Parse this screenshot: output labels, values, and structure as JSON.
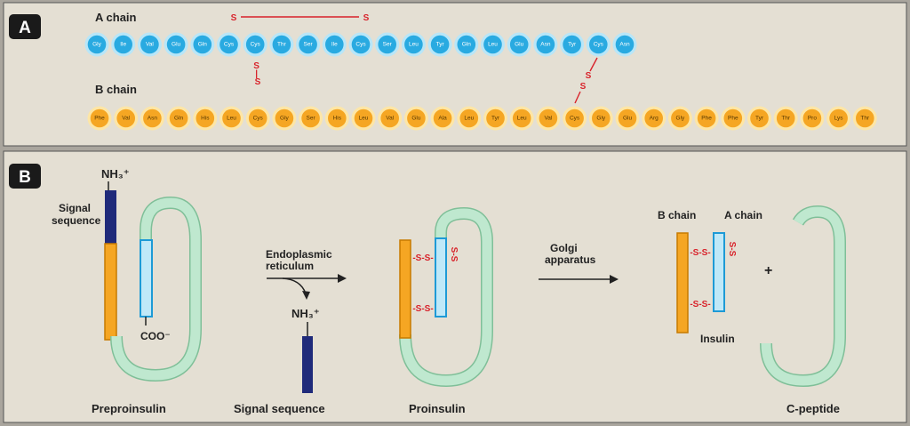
{
  "panel_a": {
    "badge": "A",
    "a_chain_label": "A chain",
    "b_chain_label": "B chain",
    "a_chain": [
      "Gly",
      "Ile",
      "Val",
      "Glu",
      "Gln",
      "Cys",
      "Cys",
      "Thr",
      "Ser",
      "Ile",
      "Cys",
      "Ser",
      "Leu",
      "Tyr",
      "Gln",
      "Leu",
      "Glu",
      "Asn",
      "Tyr",
      "Cys",
      "Asn"
    ],
    "b_chain": [
      "Phe",
      "Val",
      "Asn",
      "Gln",
      "His",
      "Leu",
      "Cys",
      "Gly",
      "Ser",
      "His",
      "Leu",
      "Val",
      "Glu",
      "Ala",
      "Leu",
      "Tyr",
      "Leu",
      "Val",
      "Cys",
      "Gly",
      "Glu",
      "Arg",
      "Gly",
      "Phe",
      "Phe",
      "Tyr",
      "Thr",
      "Pro",
      "Lys",
      "Thr"
    ],
    "s": "S",
    "ss_vertical": "S-S"
  },
  "panel_b": {
    "badge": "B",
    "nh3": "NH₃⁺",
    "nh3_second": "NH₃⁺",
    "coo": "COO⁻",
    "signal_seq_line1": "Signal",
    "signal_seq_line2": "sequence",
    "er_line1": "Endoplasmic",
    "er_line2": "reticulum",
    "golgi_line1": "Golgi",
    "golgi_line2": "apparatus",
    "ss": "-S-S-",
    "ss_vert": "S-S",
    "b_chain": "B chain",
    "a_chain": "A chain",
    "plus": "+",
    "insulin": "Insulin",
    "captions": {
      "preproinsulin": "Preproinsulin",
      "signal_sequence": "Signal sequence",
      "proinsulin": "Proinsulin",
      "c_peptide": "C-peptide"
    }
  },
  "colors": {
    "a_chain_fill": "#29aae1",
    "a_chain_ring": "#b8e6f8",
    "b_chain_fill": "#f5a623",
    "b_chain_ring": "#fde6a6",
    "disulfide": "#d8222a",
    "c_peptide": "#9fd9b8",
    "signal": "#1f2a7a",
    "panel": "#e4dfd3"
  }
}
